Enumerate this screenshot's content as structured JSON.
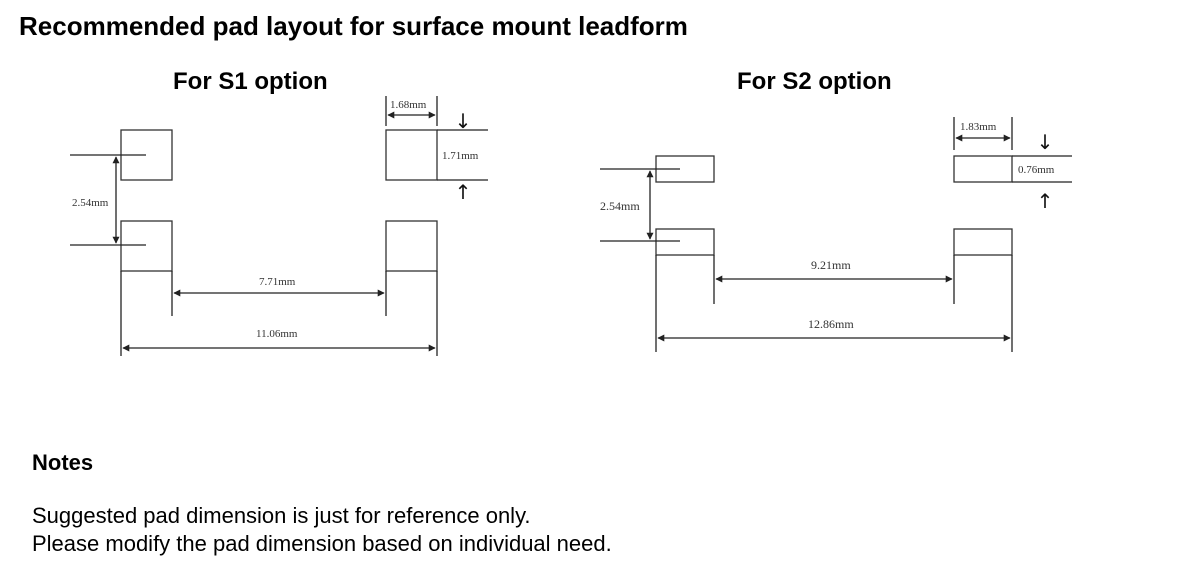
{
  "title": "Recommended pad layout for surface mount leadform",
  "s1": {
    "label": "For S1 option",
    "pitch": "2.54mm",
    "pad_width": "1.68mm",
    "pad_height": "1.71mm",
    "inner_gap": "7.71mm",
    "outer_span": "11.06mm"
  },
  "s2": {
    "label": "For S2 option",
    "pitch": "2.54mm",
    "pad_width": "1.83mm",
    "pad_height": "0.76mm",
    "inner_gap": "9.21mm",
    "outer_span": "12.86mm"
  },
  "notes": {
    "heading": "Notes",
    "lines": [
      "Suggested pad dimension is just for reference only.",
      "Please modify the pad dimension based on individual need."
    ]
  }
}
